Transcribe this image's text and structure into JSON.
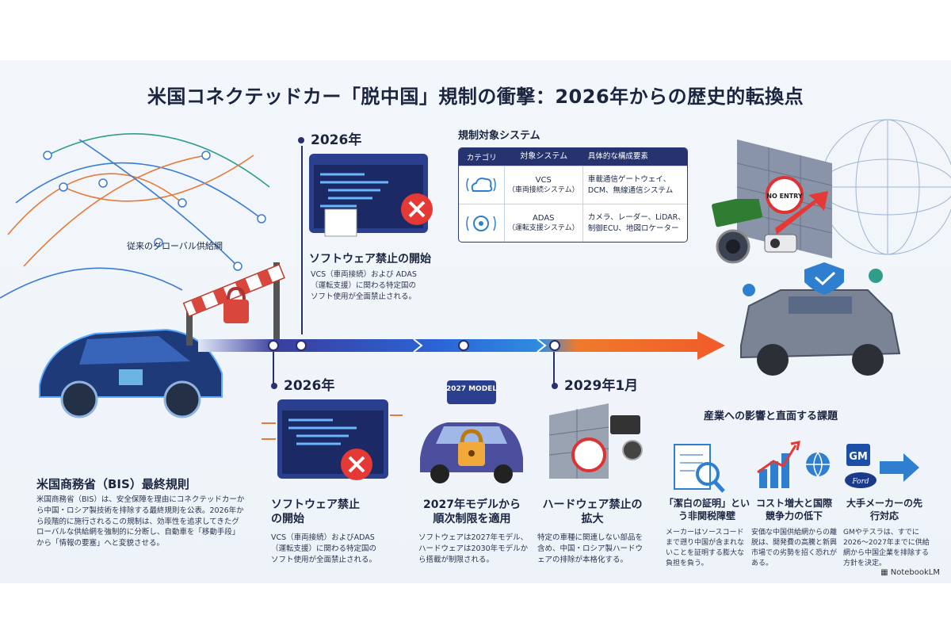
{
  "title": "米国コネクテッドカー「脱中国」規制の衝撃：2026年からの歴史的転換点",
  "supply_chain_label": "従来のグローバル供給網",
  "top_event": {
    "year": "2026年",
    "heading": "ソフトウェア禁止の開始",
    "body": "VCS（車両接続）および ADAS（運転支援）に関わる特定国のソフト使用が全面禁止される。"
  },
  "table": {
    "title": "規制対象システム",
    "headers": [
      "カテゴリ",
      "対象システム",
      "具体的な構成要素"
    ],
    "rows": [
      {
        "icon": "wireless-cloud-icon",
        "system": "VCS",
        "system_sub": "（車両接続システム）",
        "components": "車載通信ゲートウェイ、DCM、無線通信システム"
      },
      {
        "icon": "camera-sensor-icon",
        "system": "ADAS",
        "system_sub": "（運転支援システム）",
        "components": "カメラ、レーダー、LiDAR、制御ECU、地図ロケーター"
      }
    ]
  },
  "no_entry_sign": "NO ENTRY",
  "model_badge": "2027 MODEL",
  "bis": {
    "heading": "米国商務省（BIS）最終規則",
    "body": "米国商務省（BIS）は、安全保障を理由にコネクテッドカーから中国・ロシア製技術を排除する最終規則を公表。2026年から段階的に施行されるこの規制は、効率性を追求してきたグローバルな供給網を強制的に分断し、自動車を「移動手段」から「情報の要塞」へと変貌させる。"
  },
  "timeline_bottom": [
    {
      "year": "2026年",
      "heading": "ソフトウェア禁止の開始",
      "body": "VCS（車両接続）およびADAS（運転支援）に関わる特定国のソフト使用が全面禁止される。"
    },
    {
      "year": "",
      "heading": "2027年モデルから順次制限を適用",
      "body": "ソフトウェアは2027年モデル、ハードウェアは2030年モデルから搭載が制限される。"
    },
    {
      "year": "2029年1月",
      "heading": "ハードウェア禁止の拡大",
      "body": "特定の車種に関連しない部品を含め、中国・ロシア製ハードウェアの排除が本格化する。"
    }
  ],
  "impact": {
    "title": "産業への影響と直面する課題",
    "items": [
      {
        "icon": "document-search-icon",
        "heading": "「潔白の証明」という非関税障壁",
        "body": "メーカーはソースコードまで遡り中国が含まれないことを証明する膨大な負担を負う。"
      },
      {
        "icon": "cost-chart-globe-icon",
        "heading": "コスト増大と国際競争力の低下",
        "body": "安価な中国供給網からの離脱は、開発費の高騰と新興市場での劣勢を招く恐れがある。"
      },
      {
        "icon": "gm-ford-icon",
        "heading": "大手メーカーの先行対応",
        "body": "GMやテスラは、すでに2026〜2027年までに供給網から中国企業を排除する方針を決定。"
      }
    ]
  },
  "gm_text": "GM",
  "ford_text": "Ford",
  "brand": "NotebookLM"
}
